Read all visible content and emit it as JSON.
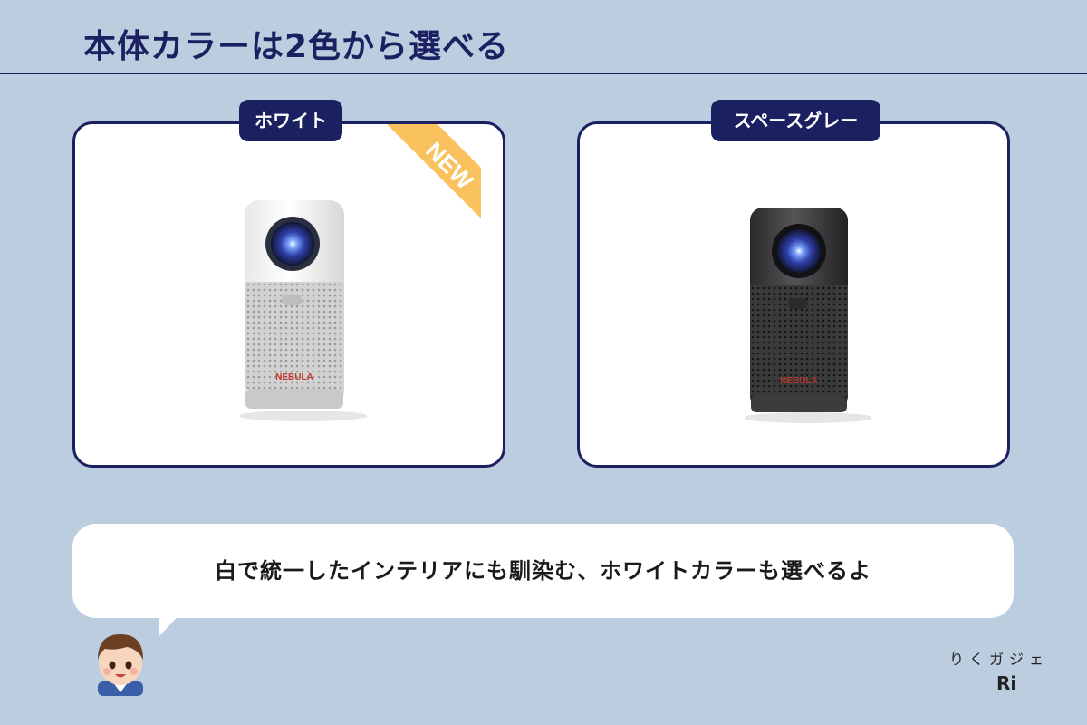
{
  "header": {
    "title": "本体カラーは2色から選べる"
  },
  "cards": [
    {
      "label": "ホワイト",
      "badge": "NEW",
      "brand": "NEBULA"
    },
    {
      "label": "スペースグレー",
      "brand": "NEBULA"
    }
  ],
  "speech": {
    "text": "白で統一したインテリアにも馴染む、ホワイトカラーも選べるよ"
  },
  "logo": {
    "kana": "りくガジェ",
    "initials": "Ri"
  },
  "colors": {
    "background": "#bccddf",
    "navy": "#1b2160",
    "badge": "#f9c25e",
    "white": "#ffffff"
  },
  "icons": {
    "avatar": "boy-avatar-icon"
  }
}
